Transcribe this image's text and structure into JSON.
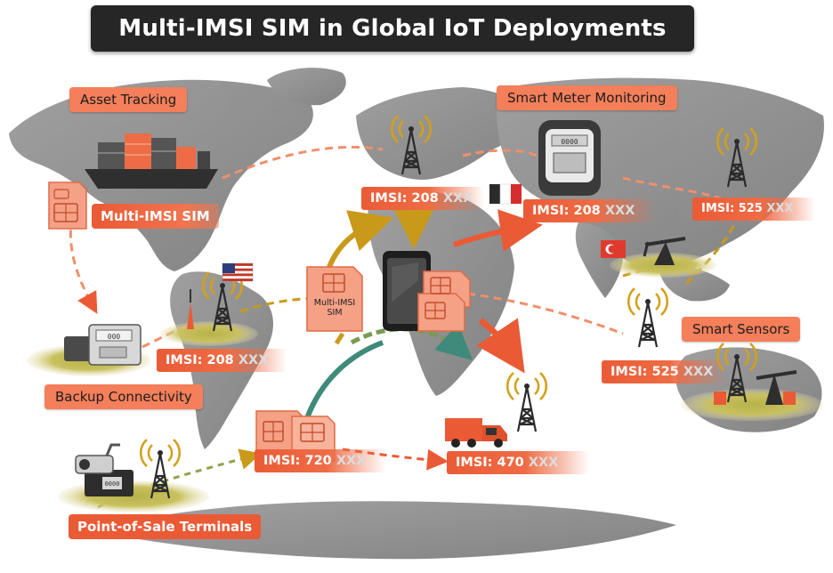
{
  "title": "Multi-IMSI SIM in Global IoT Deployments",
  "labels": {
    "asset_tracking": "Asset Tracking",
    "smart_meter": "Smart Meter Monitoring",
    "multi_imsi_sim": "Multi-IMSI SIM",
    "smart_sensors": "Smart Sensors",
    "backup": "Backup Connectivity",
    "pos": "Point-of-Sale Terminals",
    "center_sim": "Multi-IMSI\nSIM"
  },
  "imsi": {
    "top": {
      "prefix": "IMSI: 208",
      "suffix": "XXX"
    },
    "meter": {
      "prefix": "IMSI: 208",
      "suffix": "XXX"
    },
    "asia": {
      "prefix": "IMSI: 525",
      "suffix": "XXX"
    },
    "americas": {
      "prefix": "IMSI: 208",
      "suffix": "XXX"
    },
    "sensors": {
      "prefix": "IMSI: 525",
      "suffix": "XXX"
    },
    "south": {
      "prefix": "IMSI: 720",
      "suffix": "XXX"
    },
    "truck": {
      "prefix": "IMSI: 470",
      "suffix": "XXX"
    }
  },
  "meter_display": "0000",
  "meter_small": "000",
  "pos_display": "0000",
  "icons": [
    "cell-tower-icon",
    "sim-card-icon",
    "smartphone-icon",
    "cargo-ship-icon",
    "smart-meter-icon",
    "truck-icon",
    "oil-pump-icon",
    "pos-terminal-icon",
    "security-camera-icon",
    "flag-usa-icon",
    "flag-france-icon",
    "flag-turkey-icon"
  ],
  "colors": {
    "accent": "#ea5a35",
    "label": "#f47f5a",
    "title_bg": "#262626",
    "tower": "#2b2b2b",
    "signal": "#d4a017",
    "teal": "#3f8a7a"
  }
}
